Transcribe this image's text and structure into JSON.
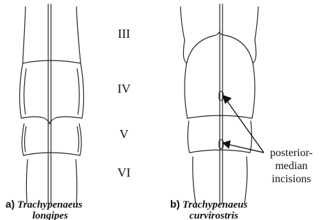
{
  "segments": [
    "III",
    "IV",
    "V",
    "VI"
  ],
  "annotation": [
    "posterior-",
    "median",
    "incisions"
  ],
  "captions": [
    {
      "letter": "a)",
      "genus": "Trachypenaeus",
      "species": "longipes"
    },
    {
      "letter": "b)",
      "genus": "Trachypenaeus",
      "species": "curvirostris"
    }
  ]
}
